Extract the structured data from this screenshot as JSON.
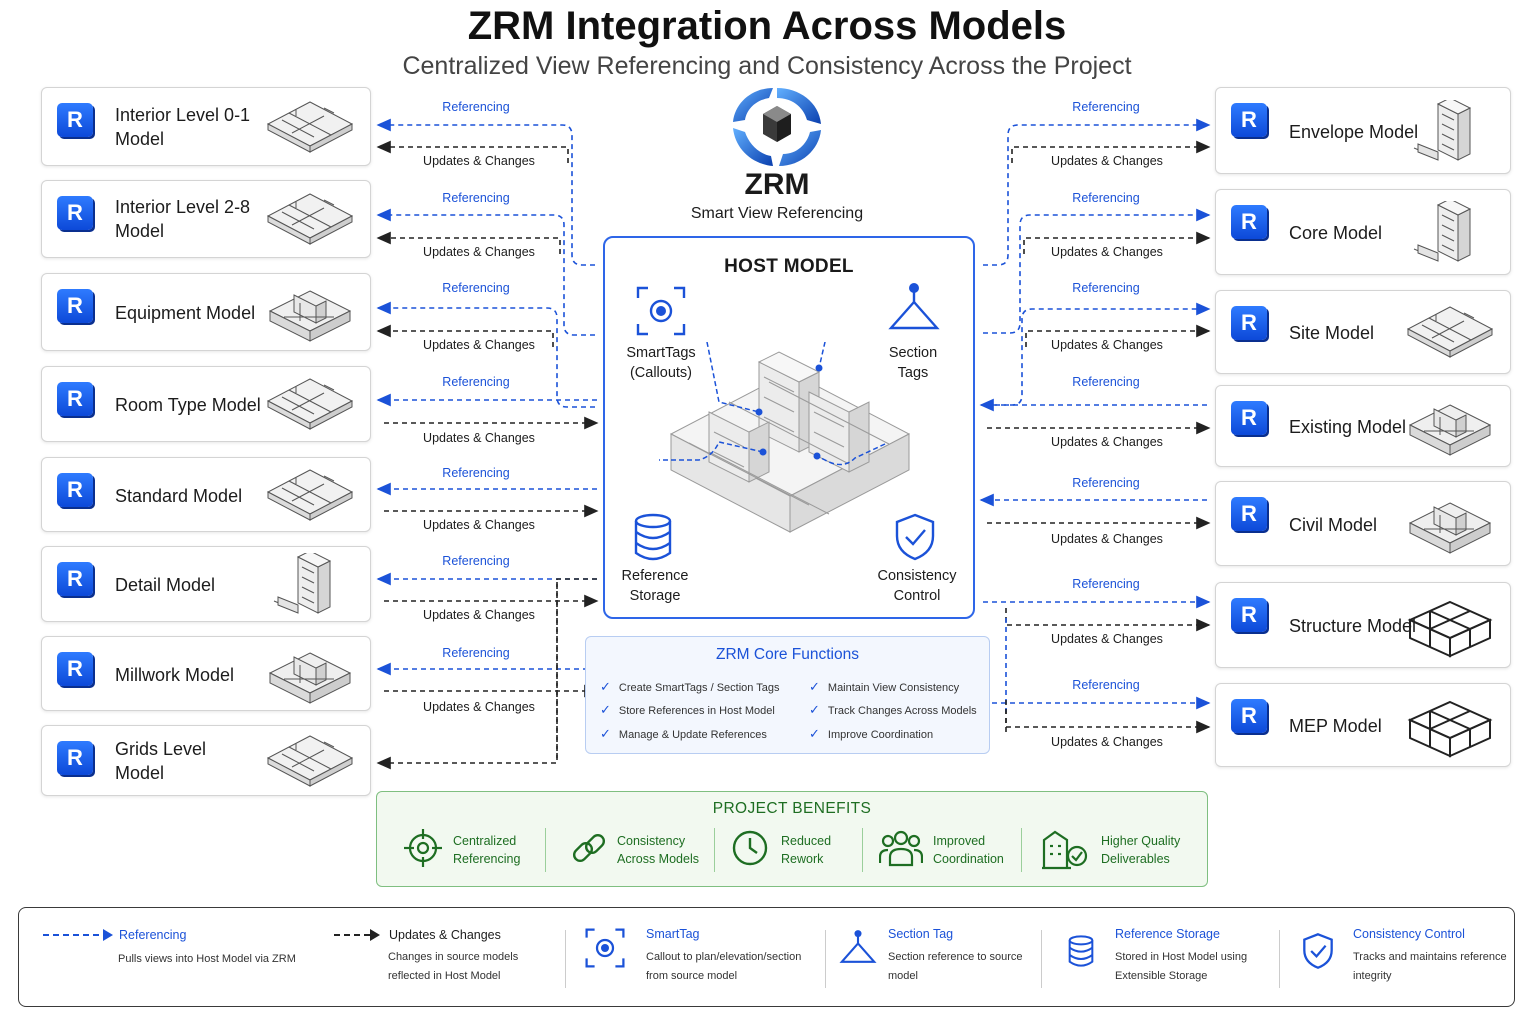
{
  "header": {
    "title": "ZRM Integration Across Models",
    "subtitle": "Centralized View Referencing and Consistency Across the Project"
  },
  "zrm": {
    "name": "ZRM",
    "tagline": "Smart View Referencing"
  },
  "badge_letter": "R",
  "flows": {
    "ref_label": "Referencing",
    "upd_label": "Updates & Changes"
  },
  "left_models": [
    {
      "name_lines": [
        "Interior Level 0-1",
        "Model"
      ]
    },
    {
      "name_lines": [
        "Interior Level 2-8",
        "Model"
      ]
    },
    {
      "name_lines": [
        "Equipment Model"
      ]
    },
    {
      "name_lines": [
        "Room Type Model"
      ]
    },
    {
      "name_lines": [
        "Standard Model"
      ]
    },
    {
      "name_lines": [
        "Detail Model"
      ]
    },
    {
      "name_lines": [
        "Millwork Model"
      ]
    },
    {
      "name_lines": [
        "Grids Level",
        "Model"
      ]
    }
  ],
  "right_models": [
    {
      "name_lines": [
        "Envelope Model"
      ]
    },
    {
      "name_lines": [
        "Core Model"
      ]
    },
    {
      "name_lines": [
        "Site Model"
      ]
    },
    {
      "name_lines": [
        "Existing Model"
      ]
    },
    {
      "name_lines": [
        "Civil Model"
      ]
    },
    {
      "name_lines": [
        "Structure Model"
      ]
    },
    {
      "name_lines": [
        "MEP Model"
      ]
    }
  ],
  "host": {
    "title": "HOST MODEL",
    "smarttags": [
      "SmartTags",
      "(Callouts)"
    ],
    "section_tags": [
      "Section",
      "Tags"
    ],
    "reference_storage": [
      "Reference",
      "Storage"
    ],
    "consistency": [
      "Consistency",
      "Control"
    ]
  },
  "core_functions": {
    "title": "ZRM Core Functions",
    "items": [
      "Create SmartTags / Section Tags",
      "Maintain View Consistency",
      "Store References in Host Model",
      "Track Changes Across Models",
      "Manage & Update References",
      "Improve Coordination"
    ]
  },
  "benefits": {
    "title": "PROJECT BENEFITS",
    "items": [
      {
        "icon": "target-icon",
        "lines": [
          "Centralized",
          "Referencing"
        ]
      },
      {
        "icon": "link-icon",
        "lines": [
          "Consistency",
          "Across Models"
        ]
      },
      {
        "icon": "clock-icon",
        "lines": [
          "Reduced",
          "Rework"
        ]
      },
      {
        "icon": "team-icon",
        "lines": [
          "Improved",
          "Coordination"
        ]
      },
      {
        "icon": "building-check-icon",
        "lines": [
          "Higher Quality",
          "Deliverables"
        ]
      }
    ]
  },
  "legend": [
    {
      "icon": "blue-dashed-arrow",
      "title": "Referencing",
      "desc": [
        "Pulls views into Host Model via ZRM"
      ]
    },
    {
      "icon": "black-dashed-arrow",
      "title": "Updates & Changes",
      "desc": [
        "Changes in source models",
        "reflected in Host Model"
      ]
    },
    {
      "icon": "smarttag-icon",
      "title": "SmartTag",
      "desc": [
        "Callout to plan/elevation/section",
        "from source model"
      ]
    },
    {
      "icon": "section-tag-icon",
      "title": "Section Tag",
      "desc": [
        "Section reference to source",
        "model"
      ]
    },
    {
      "icon": "database-icon",
      "title": "Reference Storage",
      "desc": [
        "Stored in Host Model using",
        "Extensible Storage"
      ]
    },
    {
      "icon": "shield-check-icon",
      "title": "Consistency Control",
      "desc": [
        "Tracks and maintains reference",
        "integrity"
      ]
    }
  ],
  "colors": {
    "referencing": "#1b52d8",
    "updates": "#222222",
    "host_border": "#2e66e8",
    "benefit_green": "#1e6e22",
    "badge_blue": "#0d49d8"
  }
}
